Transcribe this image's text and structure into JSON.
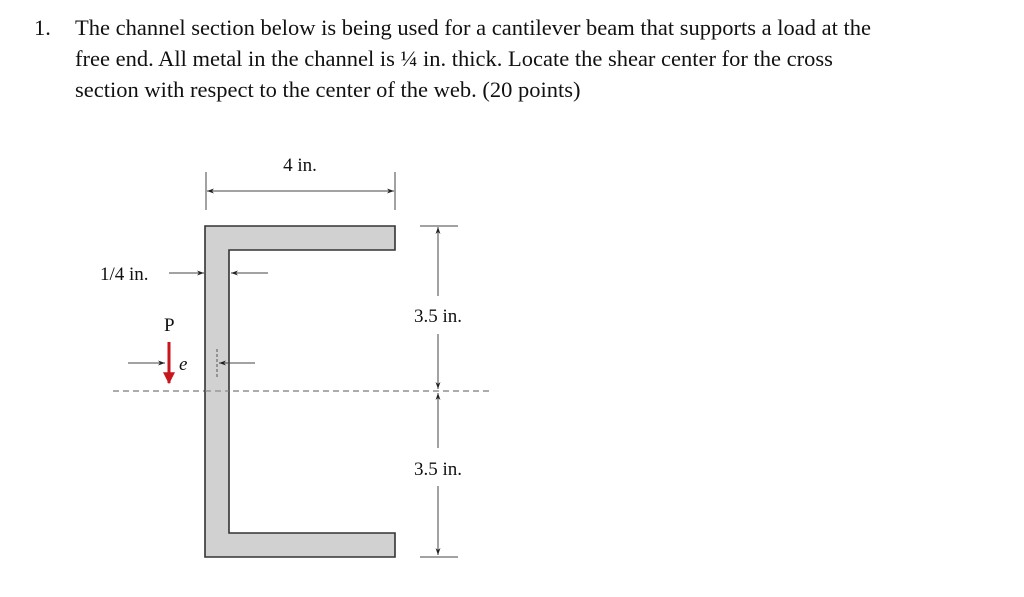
{
  "problem": {
    "number": "1.",
    "lines": [
      "The channel section below is being used for a cantilever beam that supports a load at the",
      "free end. All metal in the channel is ¼ in. thick. Locate the shear center for the cross",
      "section with respect to the center of the web. (20 points)"
    ]
  },
  "figure": {
    "width_label": "4 in.",
    "thickness_label": "1/4 in.",
    "load_label": "P",
    "eccentricity_label": "e",
    "upper_height_label": "3.5 in.",
    "lower_height_label": "3.5 in.",
    "colors": {
      "channel_fill": "#d1d1d1",
      "channel_stroke": "#333333",
      "load_arrow": "#c8161d",
      "dimension_line": "#444444",
      "centerline": "#7a7a7a"
    }
  }
}
